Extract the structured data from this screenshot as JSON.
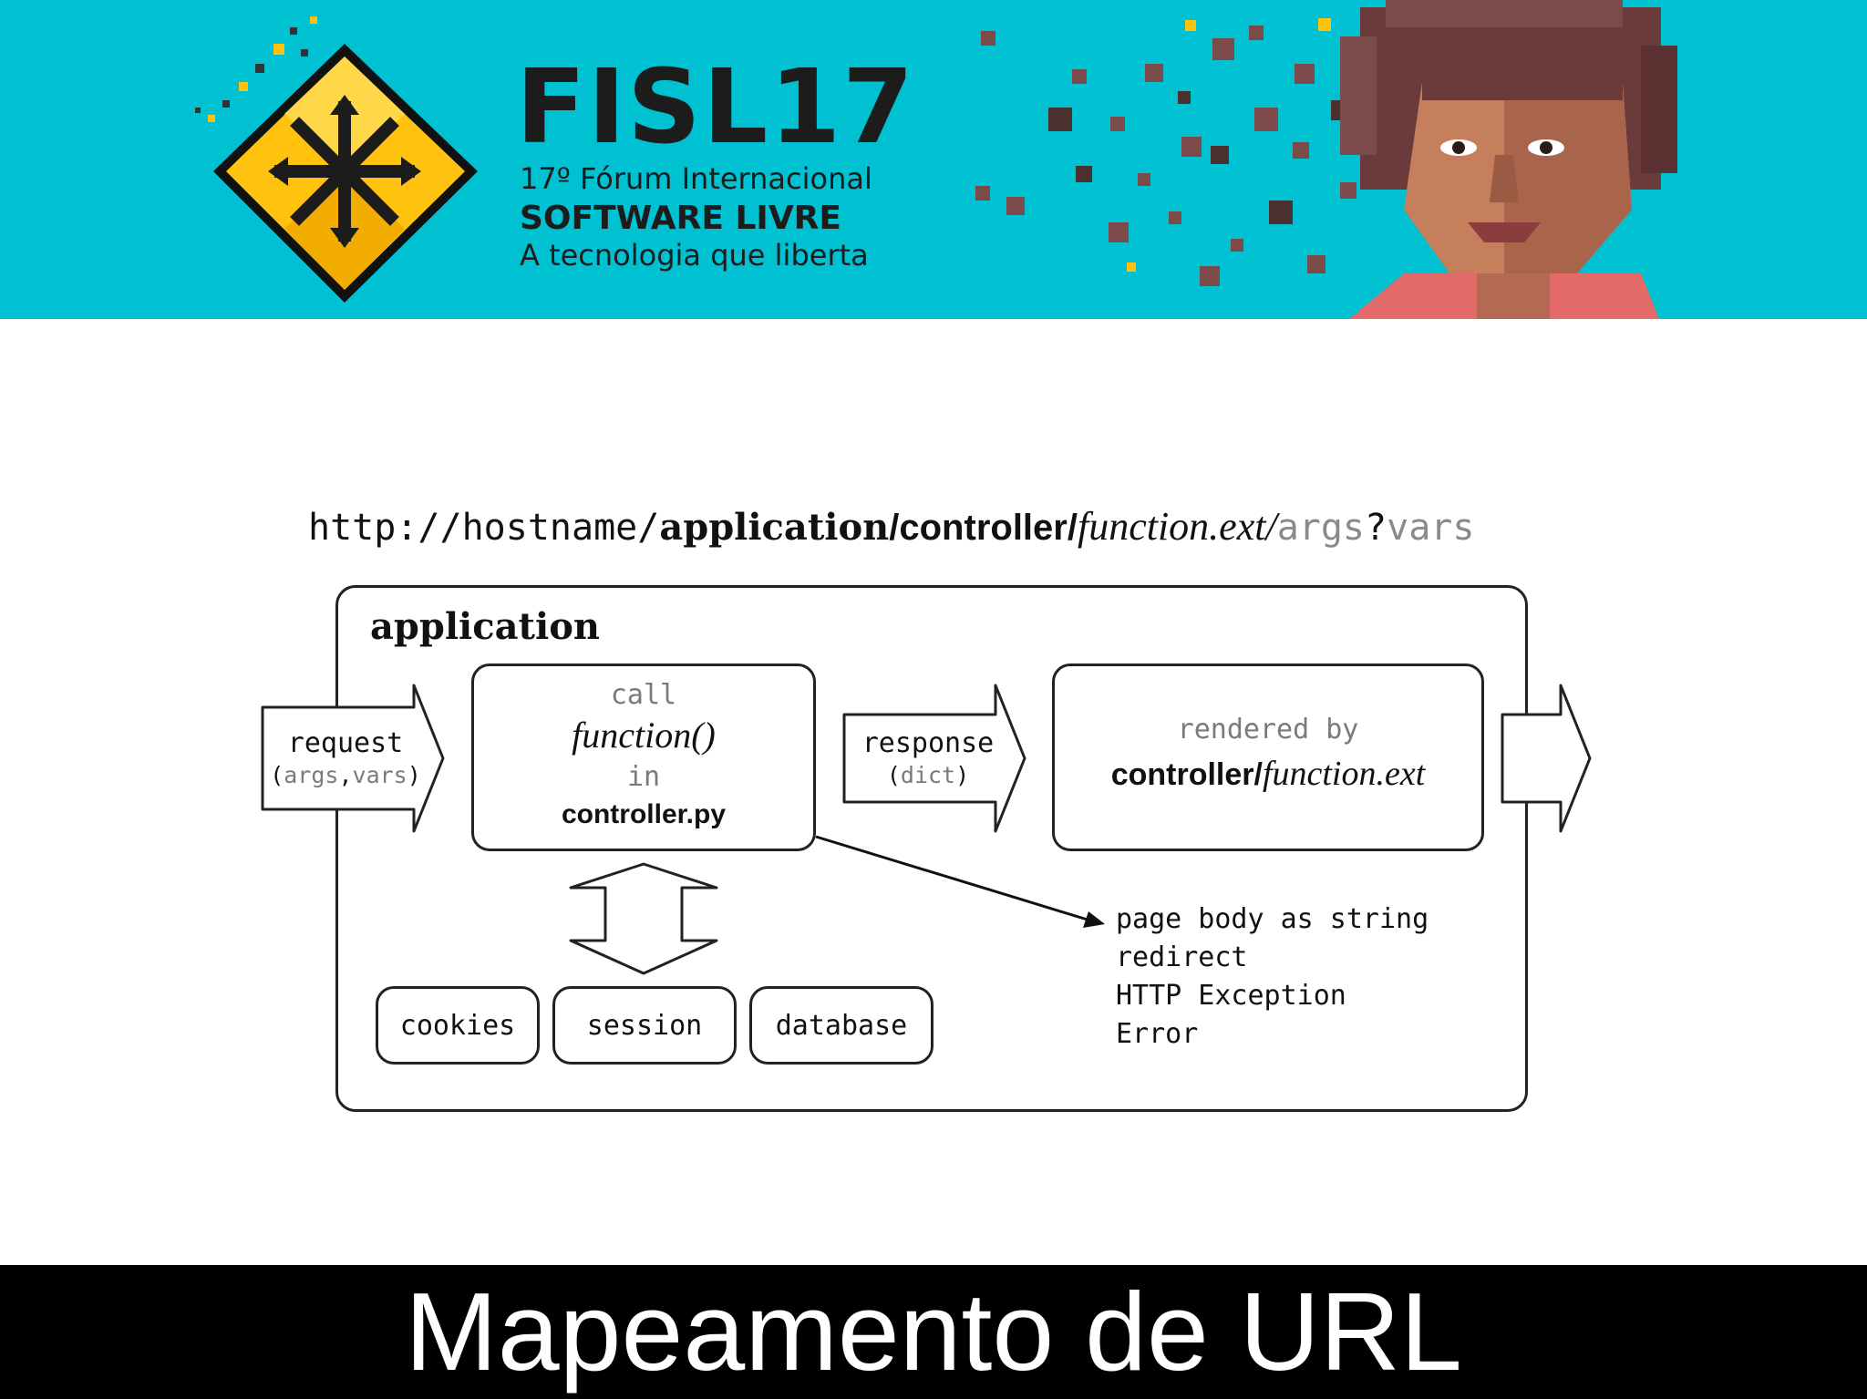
{
  "banner": {
    "title": "FISL17",
    "line1": "17º Fórum Internacional",
    "line2": "SOFTWARE LIVRE",
    "line3": "A tecnologia que liberta",
    "colors": {
      "background": "#00c1d2",
      "logo_yellow": "#ffc20e",
      "pixel_brown": "#7b4a4a"
    }
  },
  "diagram": {
    "url": {
      "prefix": "http://hostname/",
      "application": "application",
      "controller": "/controller/",
      "function": "function.ext/",
      "args": "args",
      "question": "?",
      "vars": "vars"
    },
    "app_label": "application",
    "request": {
      "main": "request",
      "sub_open": "(",
      "sub_args": "args",
      "sub_comma": ",",
      "sub_vars": "vars",
      "sub_close": ")"
    },
    "call_box": {
      "call": "call",
      "function": "function()",
      "in": "in",
      "controller": "controller.py"
    },
    "response": {
      "main": "response",
      "sub_open": "(",
      "sub_dict": "dict",
      "sub_close": ")"
    },
    "render_box": {
      "rendered_by": "rendered by",
      "controller": "controller/",
      "function": "function.ext"
    },
    "stores": {
      "cookies": "cookies",
      "session": "session",
      "database": "database"
    },
    "outcomes": [
      "page body as string",
      "redirect",
      "HTTP Exception",
      "Error"
    ]
  },
  "footer": {
    "title": "Mapeamento de URL"
  }
}
